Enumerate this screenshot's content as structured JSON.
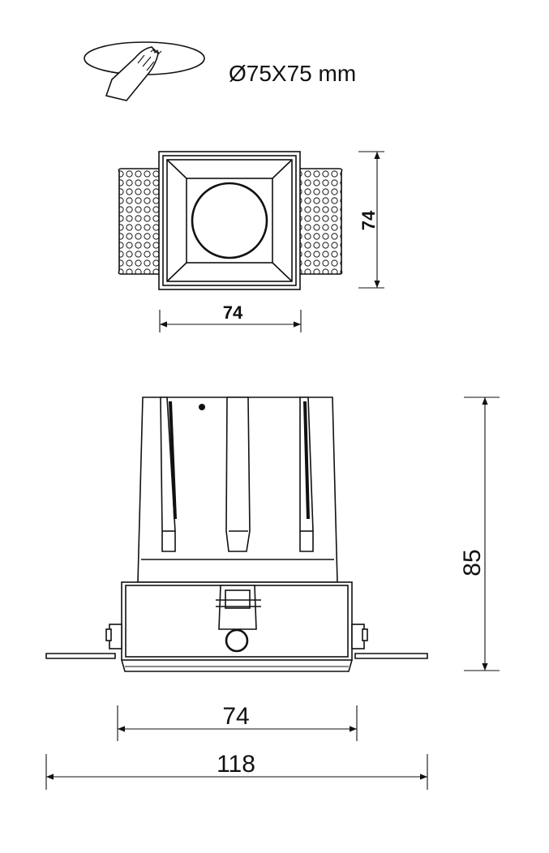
{
  "cutout": {
    "label": "Ø75X75 mm",
    "icon": "cutout-saw-icon"
  },
  "top_view": {
    "width_label": "74",
    "height_label": "74"
  },
  "side_view": {
    "body_width_label": "74",
    "overall_width_label": "118",
    "height_label": "85"
  },
  "colors": {
    "line": "#111111",
    "background": "#ffffff"
  }
}
